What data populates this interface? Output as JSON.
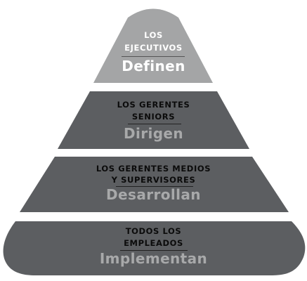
{
  "colors": {
    "top_tier": "#a4a5a6",
    "dark_tier": "#5c5e61",
    "black_text": "#0b0b0b",
    "white_text": "#ffffff",
    "light_text": "#a8a9aa",
    "rule_on_light": "#555555",
    "rule_on_dark": "#222222"
  },
  "tiers": [
    {
      "role_line1": "LOS",
      "role_line2": "EJECUTIVOS",
      "action": "Definen"
    },
    {
      "role_line1": "LOS GERENTES",
      "role_line2": "SENIORS",
      "action": "Dirigen"
    },
    {
      "role_line1": "LOS GERENTES MEDIOS",
      "role_line2": "Y SUPERVISORES",
      "action": "Desarrollan"
    },
    {
      "role_line1": "TODOS LOS",
      "role_line2": "EMPLEADOS",
      "action": "Implementan"
    }
  ]
}
